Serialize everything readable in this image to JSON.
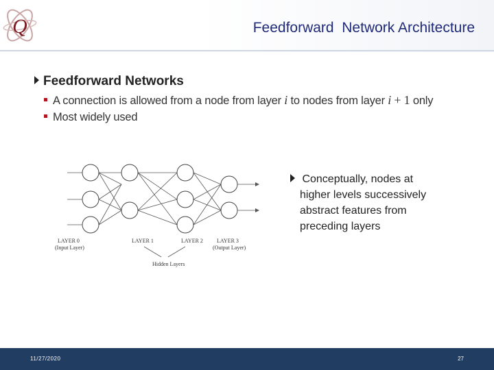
{
  "slide": {
    "title": "Feedforward  Network Architecture",
    "heading": "Feedforward Networks",
    "bullets": {
      "b1_pre": "A connection is allowed from a node from layer ",
      "b1_var_i": "i",
      "b1_mid": " to nodes from layer ",
      "b1_var_i2": "i",
      "b1_plus": " + 1",
      "b1_post": " only",
      "b2": "Most widely used"
    },
    "side_text": {
      "line1": "Conceptually, nodes at",
      "line2": "higher levels successively",
      "line3": "abstract features from",
      "line4": "preceding layers"
    }
  },
  "diagram": {
    "layer0": "LAYER 0",
    "layer0_sub": "(Input Layer)",
    "layer1": "LAYER 1",
    "layer2": "LAYER 2",
    "layer3": "LAYER 3",
    "layer3_sub": "(Output Layer)",
    "hidden": "Hidden Layers"
  },
  "footer": {
    "date": "11/27/2020",
    "page": "27"
  },
  "colors": {
    "title": "#1f2a78",
    "footer_bg": "#223d62",
    "bullet_square": "#b4141e"
  }
}
